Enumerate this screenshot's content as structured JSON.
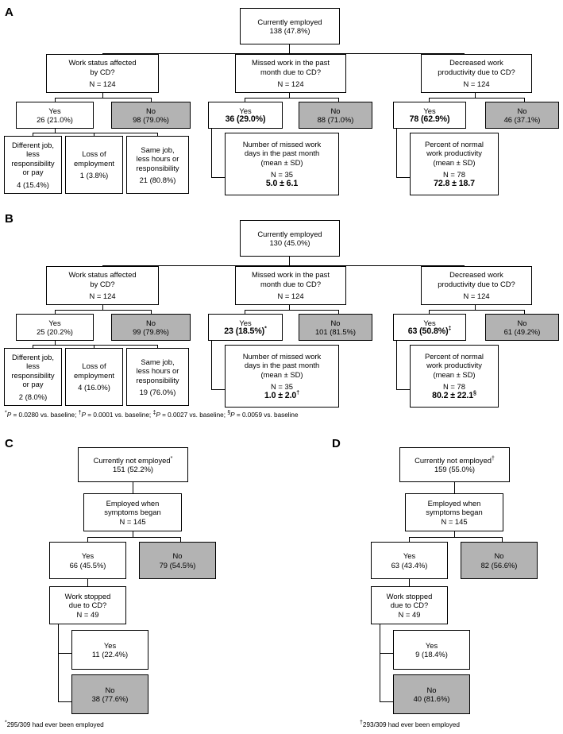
{
  "figure": {
    "title": "Employment and work productivity outcomes flow diagrams",
    "panels": [
      {
        "id": "A",
        "letter": "A",
        "root": {
          "name": "currently-employed",
          "lines": [
            "Currently employed",
            "138 (47.8%)"
          ]
        },
        "branches": [
          {
            "question": {
              "name": "work-status-affected",
              "lines": [
                "Work status affected",
                "by CD?",
                "N = 124"
              ]
            },
            "yes": {
              "name": "yes-node",
              "lines": [
                "Yes",
                "26 (21.0%)"
              ],
              "bold": false
            },
            "no": {
              "name": "no-node",
              "lines": [
                "No",
                "98 (79.0%)"
              ]
            },
            "children": [
              {
                "name": "different-job",
                "lines": [
                  "Different job,",
                  "less",
                  "responsibility",
                  "or pay",
                  "4 (15.4%)"
                ]
              },
              {
                "name": "loss-of-employment",
                "lines": [
                  "Loss of",
                  "employment",
                  "1 (3.8%)"
                ]
              },
              {
                "name": "same-job-less-hours",
                "lines": [
                  "Same job,",
                  "less hours or",
                  "responsibility",
                  "21 (80.8%)"
                ]
              }
            ]
          },
          {
            "question": {
              "name": "missed-work",
              "lines": [
                "Missed work in the past",
                "month due to CD?",
                "N = 124"
              ]
            },
            "yes": {
              "name": "yes-node",
              "lines": [
                "Yes",
                "36 (29.0%)"
              ],
              "bold": true
            },
            "no": {
              "name": "no-node",
              "lines": [
                "No",
                "88 (71.0%)"
              ]
            },
            "detail": {
              "name": "missed-days-detail",
              "lines": [
                "Number of missed work",
                "days in the past month",
                "(mean ± SD)",
                "N = 35"
              ],
              "stat": "5.0 ± 6.1"
            }
          },
          {
            "question": {
              "name": "decreased-productivity",
              "lines": [
                "Decreased work",
                "productivity due to CD?",
                "N = 124"
              ]
            },
            "yes": {
              "name": "yes-node",
              "lines": [
                "Yes",
                "78 (62.9%)"
              ],
              "bold": true
            },
            "no": {
              "name": "no-node",
              "lines": [
                "No",
                "46 (37.1%)"
              ]
            },
            "detail": {
              "name": "productivity-detail",
              "lines": [
                "Percent of normal",
                "work productivity",
                "(mean ± SD)",
                "N = 78"
              ],
              "stat": "72.8 ± 18.7"
            }
          }
        ]
      },
      {
        "id": "B",
        "letter": "B",
        "root": {
          "name": "currently-employed",
          "lines": [
            "Currently employed",
            "130 (45.0%)"
          ]
        },
        "branches": [
          {
            "question": {
              "name": "work-status-affected",
              "lines": [
                "Work status affected",
                "by CD?",
                "N = 124"
              ]
            },
            "yes": {
              "name": "yes-node",
              "lines": [
                "Yes",
                "25 (20.2%)"
              ],
              "bold": false
            },
            "no": {
              "name": "no-node",
              "lines": [
                "No",
                "99 (79.8%)"
              ]
            },
            "children": [
              {
                "name": "different-job",
                "lines": [
                  "Different job,",
                  "less",
                  "responsibility",
                  "or pay",
                  "2 (8.0%)"
                ]
              },
              {
                "name": "loss-of-employment",
                "lines": [
                  "Loss of",
                  "employment",
                  "4 (16.0%)"
                ]
              },
              {
                "name": "same-job-less-hours",
                "lines": [
                  "Same job,",
                  "less hours or",
                  "responsibility",
                  "19 (76.0%)"
                ]
              }
            ]
          },
          {
            "question": {
              "name": "missed-work",
              "lines": [
                "Missed work in the past",
                "month due to CD?",
                "N = 124"
              ]
            },
            "yes": {
              "name": "yes-node",
              "lines": [
                "Yes",
                "23 (18.5%)"
              ],
              "sup": "*",
              "bold": true
            },
            "no": {
              "name": "no-node",
              "lines": [
                "No",
                "101 (81.5%)"
              ]
            },
            "detail": {
              "name": "missed-days-detail",
              "lines": [
                "Number of missed work",
                "days in the past month",
                "(mean ± SD)",
                "N = 35"
              ],
              "stat": "1.0 ± 2.0",
              "stat_sup": "†"
            }
          },
          {
            "question": {
              "name": "decreased-productivity",
              "lines": [
                "Decreased work",
                "productivity due to CD?",
                "N = 124"
              ]
            },
            "yes": {
              "name": "yes-node",
              "lines": [
                "Yes",
                "63 (50.8%)"
              ],
              "sup": "‡",
              "bold": true
            },
            "no": {
              "name": "no-node",
              "lines": [
                "No",
                "61 (49.2%)"
              ]
            },
            "detail": {
              "name": "productivity-detail",
              "lines": [
                "Percent of normal",
                "work productivity",
                "(mean ± SD)",
                "N = 78"
              ],
              "stat": "80.2 ± 22.1",
              "stat_sup": "§"
            }
          }
        ],
        "footnote_parts": [
          {
            "sup": "*",
            "italic": "P",
            "rest": " = 0.0280 vs. baseline;  "
          },
          {
            "sup": "†",
            "italic": "P",
            "rest": " = 0.0001 vs. baseline; "
          },
          {
            "sup": "‡",
            "italic": "P",
            "rest": " = 0.0027 vs. baseline; "
          },
          {
            "sup": "§",
            "italic": "P",
            "rest": " = 0.0059 vs. baseline"
          }
        ]
      },
      {
        "id": "C",
        "letter": "C",
        "root": {
          "name": "currently-not-employed",
          "lines": [
            "Currently not employed"
          ],
          "sup": "*",
          "line2": "151 (52.2%)"
        },
        "employed_when": {
          "name": "employed-when-symptoms-began",
          "lines": [
            "Employed when",
            "symptoms began",
            "N = 145"
          ]
        },
        "yes": {
          "name": "yes-node",
          "lines": [
            "Yes",
            "66 (45.5%)"
          ]
        },
        "no": {
          "name": "no-node",
          "lines": [
            "No",
            "79 (54.5%)"
          ]
        },
        "work_stopped": {
          "name": "work-stopped-due-to-cd",
          "lines": [
            "Work stopped",
            "due to CD?",
            "N = 49"
          ]
        },
        "stop_yes": {
          "name": "stop-yes-node",
          "lines": [
            "Yes",
            "11 (22.4%)"
          ]
        },
        "stop_no": {
          "name": "stop-no-node",
          "lines": [
            "No",
            "38 (77.6%)"
          ]
        },
        "footnote": {
          "sup": "*",
          "text": "295/309 had ever been employed"
        }
      },
      {
        "id": "D",
        "letter": "D",
        "root": {
          "name": "currently-not-employed",
          "lines": [
            "Currently not employed"
          ],
          "sup": "†",
          "line2": "159 (55.0%)"
        },
        "employed_when": {
          "name": "employed-when-symptoms-began",
          "lines": [
            "Employed when",
            "symptoms began",
            "N = 145"
          ]
        },
        "yes": {
          "name": "yes-node",
          "lines": [
            "Yes",
            "63 (43.4%)"
          ]
        },
        "no": {
          "name": "no-node",
          "lines": [
            "No",
            "82 (56.6%)"
          ]
        },
        "work_stopped": {
          "name": "work-stopped-due-to-cd",
          "lines": [
            "Work stopped",
            "due to CD?",
            "N = 49"
          ]
        },
        "stop_yes": {
          "name": "stop-yes-node",
          "lines": [
            "Yes",
            "9 (18.4%)"
          ]
        },
        "stop_no": {
          "name": "stop-no-node",
          "lines": [
            "No",
            "40 (81.6%)"
          ]
        },
        "footnote": {
          "sup": "†",
          "text": "293/309 had ever been employed"
        }
      }
    ],
    "colors": {
      "shaded_fill": "#b3b3b3",
      "box_fill": "#ffffff",
      "stroke": "#000000"
    }
  }
}
